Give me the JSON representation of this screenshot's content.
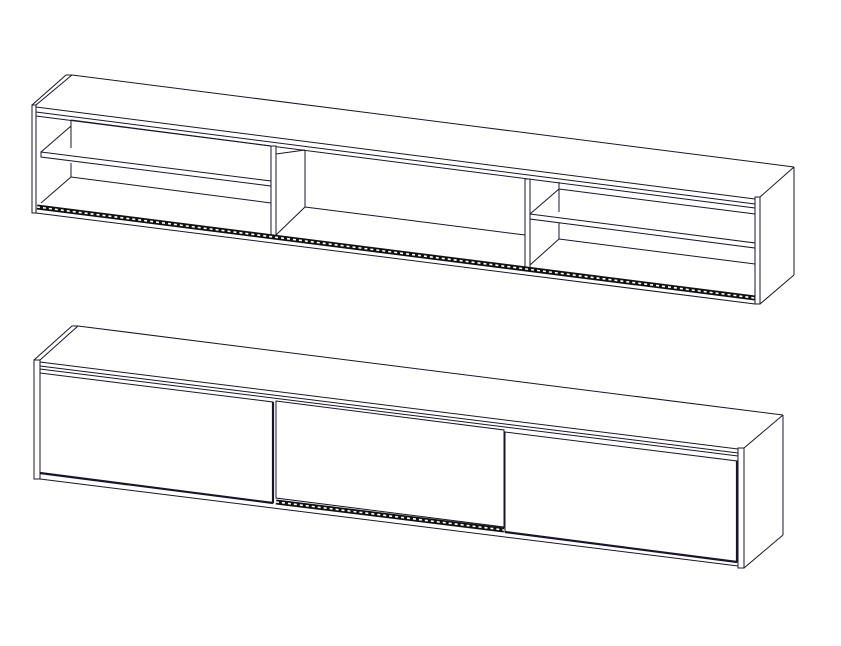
{
  "drawing": {
    "line_color": "#1a1428",
    "background_color": "#ffffff",
    "units": [
      {
        "type": "open-shelving-wall-unit",
        "compartments": 3,
        "shelves_per_side": 1
      },
      {
        "type": "sliding-door-wall-unit",
        "doors": 3
      }
    ]
  }
}
